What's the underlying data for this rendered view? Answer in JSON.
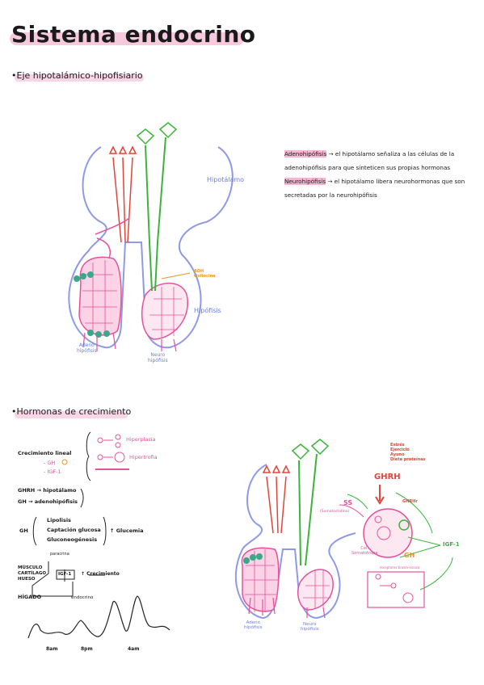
{
  "title": "Sistema endocrino",
  "section1": {
    "bullet": "•",
    "heading": "Eje hipotalámico-hipofisiario",
    "labels": {
      "hipotalamo": "Hipotálamo",
      "hipofisis": "Hipófisis",
      "adh": "ADH",
      "oxitocina": "Oxitocina",
      "adeno": "Adeno",
      "adeno2": "hipófisis",
      "neuro": "Neuro",
      "neuro2": "hipófisis"
    },
    "notes": {
      "adeno_term": "Adenohipófisis",
      "adeno_text": " → el hipotálamo señaliza a las células de la adenohipófisis para que sinteticen sus propias hormonas",
      "neuro_term": "Neurohipófisis",
      "neuro_text": " → el hipotálamo libera neurohormonas que son secretadas por la neurohipófisis"
    }
  },
  "section2": {
    "bullet": "•",
    "heading": "Hormonas de crecimiento",
    "crecimiento": "Crecimiento lineal",
    "gh": "- GH",
    "igf": "- IGF-1",
    "hiperplasia": "Hiperplasia",
    "hipertrofia": "Hipertrofia",
    "ghrh_line": "GHRH → hipotálamo",
    "gh_line": "GH → adenohipófisis",
    "gh_label": "GH",
    "lipolisis": "Lipolisis",
    "captacion": "Captación glucosa",
    "gluconeo": "Gluconeogénesis",
    "glucemia": "↑ Glucemia",
    "paracrina": "paracrina",
    "musculo": "MÚSCULO",
    "cartilago": "CARTÍLAGO",
    "hueso": "HUESO",
    "igf_box": "IGF-1",
    "crec2": "↑ Crecimiento",
    "higado": "HÍGADO",
    "endocrino": "endocrino",
    "times": [
      "8am",
      "8pm",
      "4am"
    ],
    "diagram": {
      "estres": "Estrés",
      "ejercicio": "Ejercicio",
      "ayuno": "Ayuno",
      "dieta": "Dieta proteínas",
      "ghrh": "GHRH",
      "ss": "SS",
      "somatostatina": "(Somatostatina)",
      "ghrhr": "GHRHr",
      "cel": "Cél.",
      "somatotropa": "Somatotropa",
      "gh": "GH",
      "igf": "IGF-1",
      "receptores": "receptores tirosín-kinasa",
      "adeno": "Adeno",
      "adeno2": "hipófisis",
      "neuro": "Neuro",
      "neuro2": "hipófisis"
    }
  }
}
